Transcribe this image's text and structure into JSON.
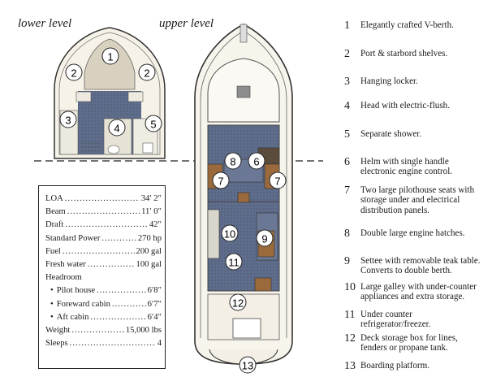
{
  "titles": {
    "lower": "lower level",
    "upper": "upper level"
  },
  "specs": {
    "rows": [
      {
        "label": "LOA",
        "value": "34′ 2″"
      },
      {
        "label": "Beam",
        "value": "11′ 0″"
      },
      {
        "label": "Draft",
        "value": "42″"
      },
      {
        "label": "Standard Power",
        "value": "270 hp"
      },
      {
        "label": "Fuel",
        "value": "200 gal"
      },
      {
        "label": "Fresh water",
        "value": "100 gal"
      }
    ],
    "headroom_label": "Headroom",
    "headroom": [
      {
        "label": "Pilot house",
        "value": "6′8″"
      },
      {
        "label": "Foreward cabin",
        "value": "6′7″"
      },
      {
        "label": "Aft cabin",
        "value": "6′4″"
      }
    ],
    "bottom": [
      {
        "label": "Weight",
        "value": "15,000 lbs"
      },
      {
        "label": "Sleeps",
        "value": "4"
      }
    ]
  },
  "legend": [
    {
      "num": "1",
      "text": "Elegantly crafted V-berth."
    },
    {
      "num": "2",
      "text": "Port & starbord shelves."
    },
    {
      "num": "3",
      "text": "Hanging locker."
    },
    {
      "num": "4",
      "text": "Head with electric-flush."
    },
    {
      "num": "5",
      "text": "Separate shower."
    },
    {
      "num": "6",
      "text": "Helm with single handle electronic engine control."
    },
    {
      "num": "7",
      "text": "Two large pilothouse seats with storage under and electrical distribution panels."
    },
    {
      "num": "8",
      "text": "Double large engine hatches."
    },
    {
      "num": "9",
      "text": "Settee with removable teak table. Converts to double berth."
    },
    {
      "num": "10",
      "text": "Large galley with under-counter appliances and extra storage."
    },
    {
      "num": "11",
      "text": "Under counter refrigerator/freezer."
    },
    {
      "num": "12",
      "text": "Deck storage box for lines, fenders or  propane tank."
    },
    {
      "num": "13",
      "text": "Boarding platform."
    }
  ],
  "plan_labels": {
    "l1": "1",
    "l2a": "2",
    "l2b": "2",
    "l3": "3",
    "l4": "4",
    "l5": "5",
    "u6": "6",
    "u7a": "7",
    "u7b": "7",
    "u8": "8",
    "u9": "9",
    "u10": "10",
    "u11": "11",
    "u12": "12",
    "u13": "13"
  },
  "colors": {
    "cream": "#f1ece0",
    "slate": "#5c6a88",
    "slate_dark": "#4b587a",
    "wood": "#9a6a3c",
    "hull": "#f7f4ec"
  }
}
